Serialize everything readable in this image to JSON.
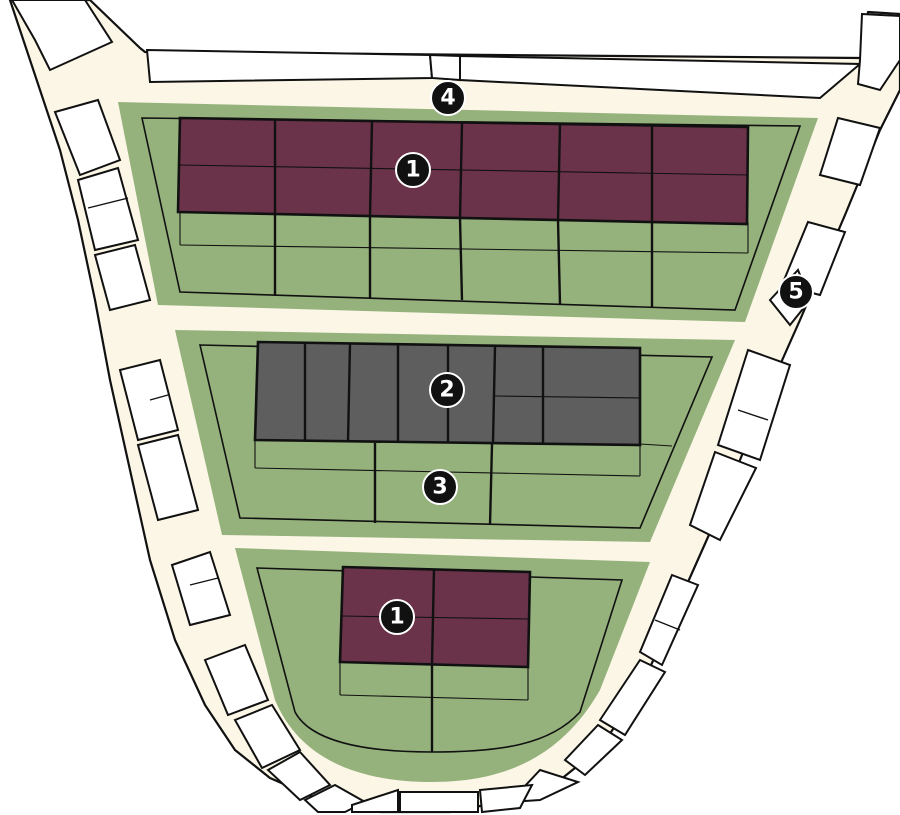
{
  "colors": {
    "green_space": "#95b27c",
    "housing_purple": "#6b3349",
    "housing_grey": "#5e5e5e",
    "road": "#fbf6e6",
    "marker": "#111111"
  },
  "legend_markers": [
    {
      "id": "m1a",
      "label": "1"
    },
    {
      "id": "m4",
      "label": "4"
    },
    {
      "id": "m5",
      "label": "5"
    },
    {
      "id": "m2",
      "label": "2"
    },
    {
      "id": "m3",
      "label": "3"
    },
    {
      "id": "m1b",
      "label": "1"
    }
  ]
}
